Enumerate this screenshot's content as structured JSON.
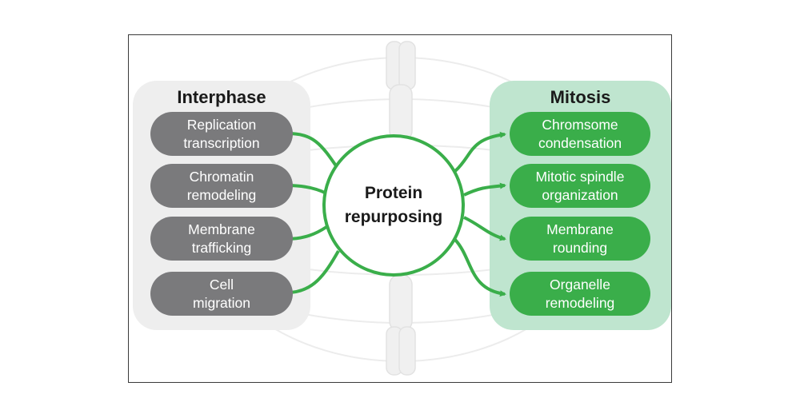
{
  "interphase": {
    "title": "Interphase",
    "items": [
      {
        "label": "Replication\ntranscription"
      },
      {
        "label": "Chromatin\nremodeling"
      },
      {
        "label": "Membrane\ntrafficking"
      },
      {
        "label": "Cell\nmigration"
      }
    ]
  },
  "mitosis": {
    "title": "Mitosis",
    "items": [
      {
        "label": "Chromsome\ncondensation"
      },
      {
        "label": "Mitotic spindle\norganization"
      },
      {
        "label": "Membrane\nrounding"
      },
      {
        "label": "Organelle\nremodeling"
      }
    ]
  },
  "center": {
    "label": "Protein\nrepurposing"
  },
  "colors": {
    "green": "#3aae4a",
    "gray_pill": "#7a7a7c",
    "mitosis_panel": "#bfe5cf",
    "interphase_panel": "#eeeeee"
  }
}
